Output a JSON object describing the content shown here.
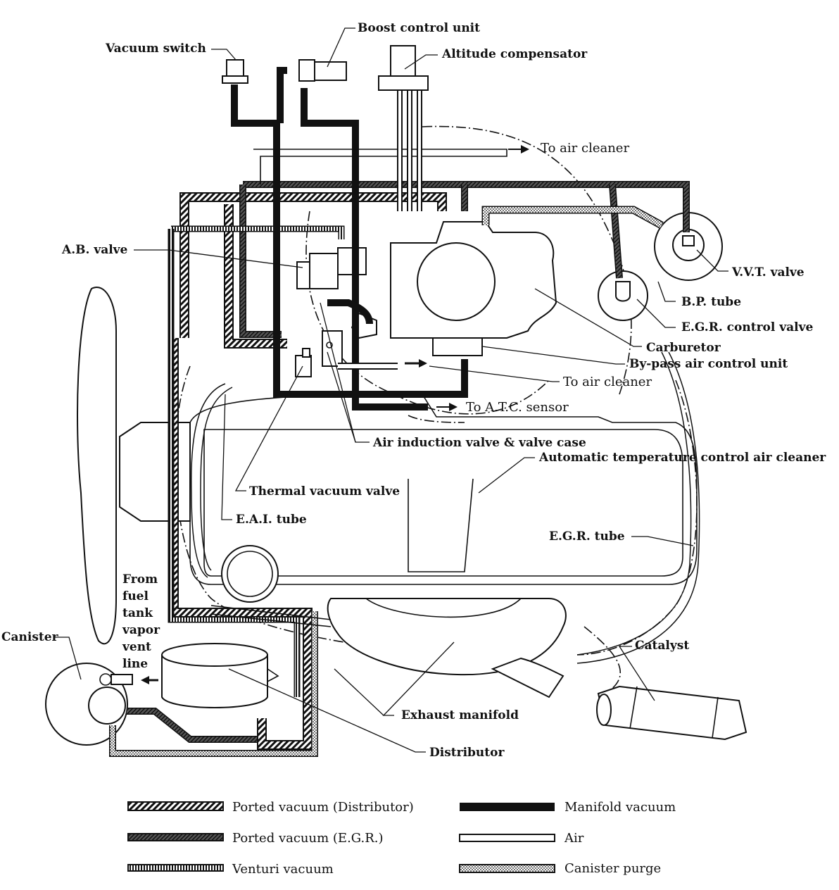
{
  "labels": {
    "vacuum_switch": "Vacuum switch",
    "boost_control_unit": "Boost control unit",
    "altitude_compensator": "Altitude compensator",
    "to_air_cleaner_top": "To air cleaner",
    "ab_valve": "A.B. valve",
    "vvt_valve": "V.V.T. valve",
    "bp_tube": "B.P. tube",
    "egr_control_valve": "E.G.R. control valve",
    "carburetor": "Carburetor",
    "bypass_air_control_unit": "By-pass air control unit",
    "to_air_cleaner_mid": "To air cleaner",
    "to_atc_sensor": "To A.T.C. sensor",
    "air_induction_valve": "Air induction valve & valve case",
    "atc_air_cleaner": "Automatic temperature control air cleaner",
    "thermal_vacuum_valve": "Thermal vacuum valve",
    "eai_tube": "E.A.I. tube",
    "egr_tube": "E.G.R. tube",
    "from_fuel_tank": [
      "From",
      "fuel",
      "tank",
      "vapor",
      "vent",
      "line"
    ],
    "canister": "Canister",
    "catalyst": "Catalyst",
    "exhaust_manifold": "Exhaust manifold",
    "distributor": "Distributor"
  },
  "legend": {
    "ported_vacuum_distributor": "Ported vacuum (Distributor)",
    "ported_vacuum_egr": "Ported vacuum (E.G.R.)",
    "venturi_vacuum": "Venturi vacuum",
    "manifold_vacuum": "Manifold vacuum",
    "air": "Air",
    "canister_purge": "Canister purge"
  }
}
